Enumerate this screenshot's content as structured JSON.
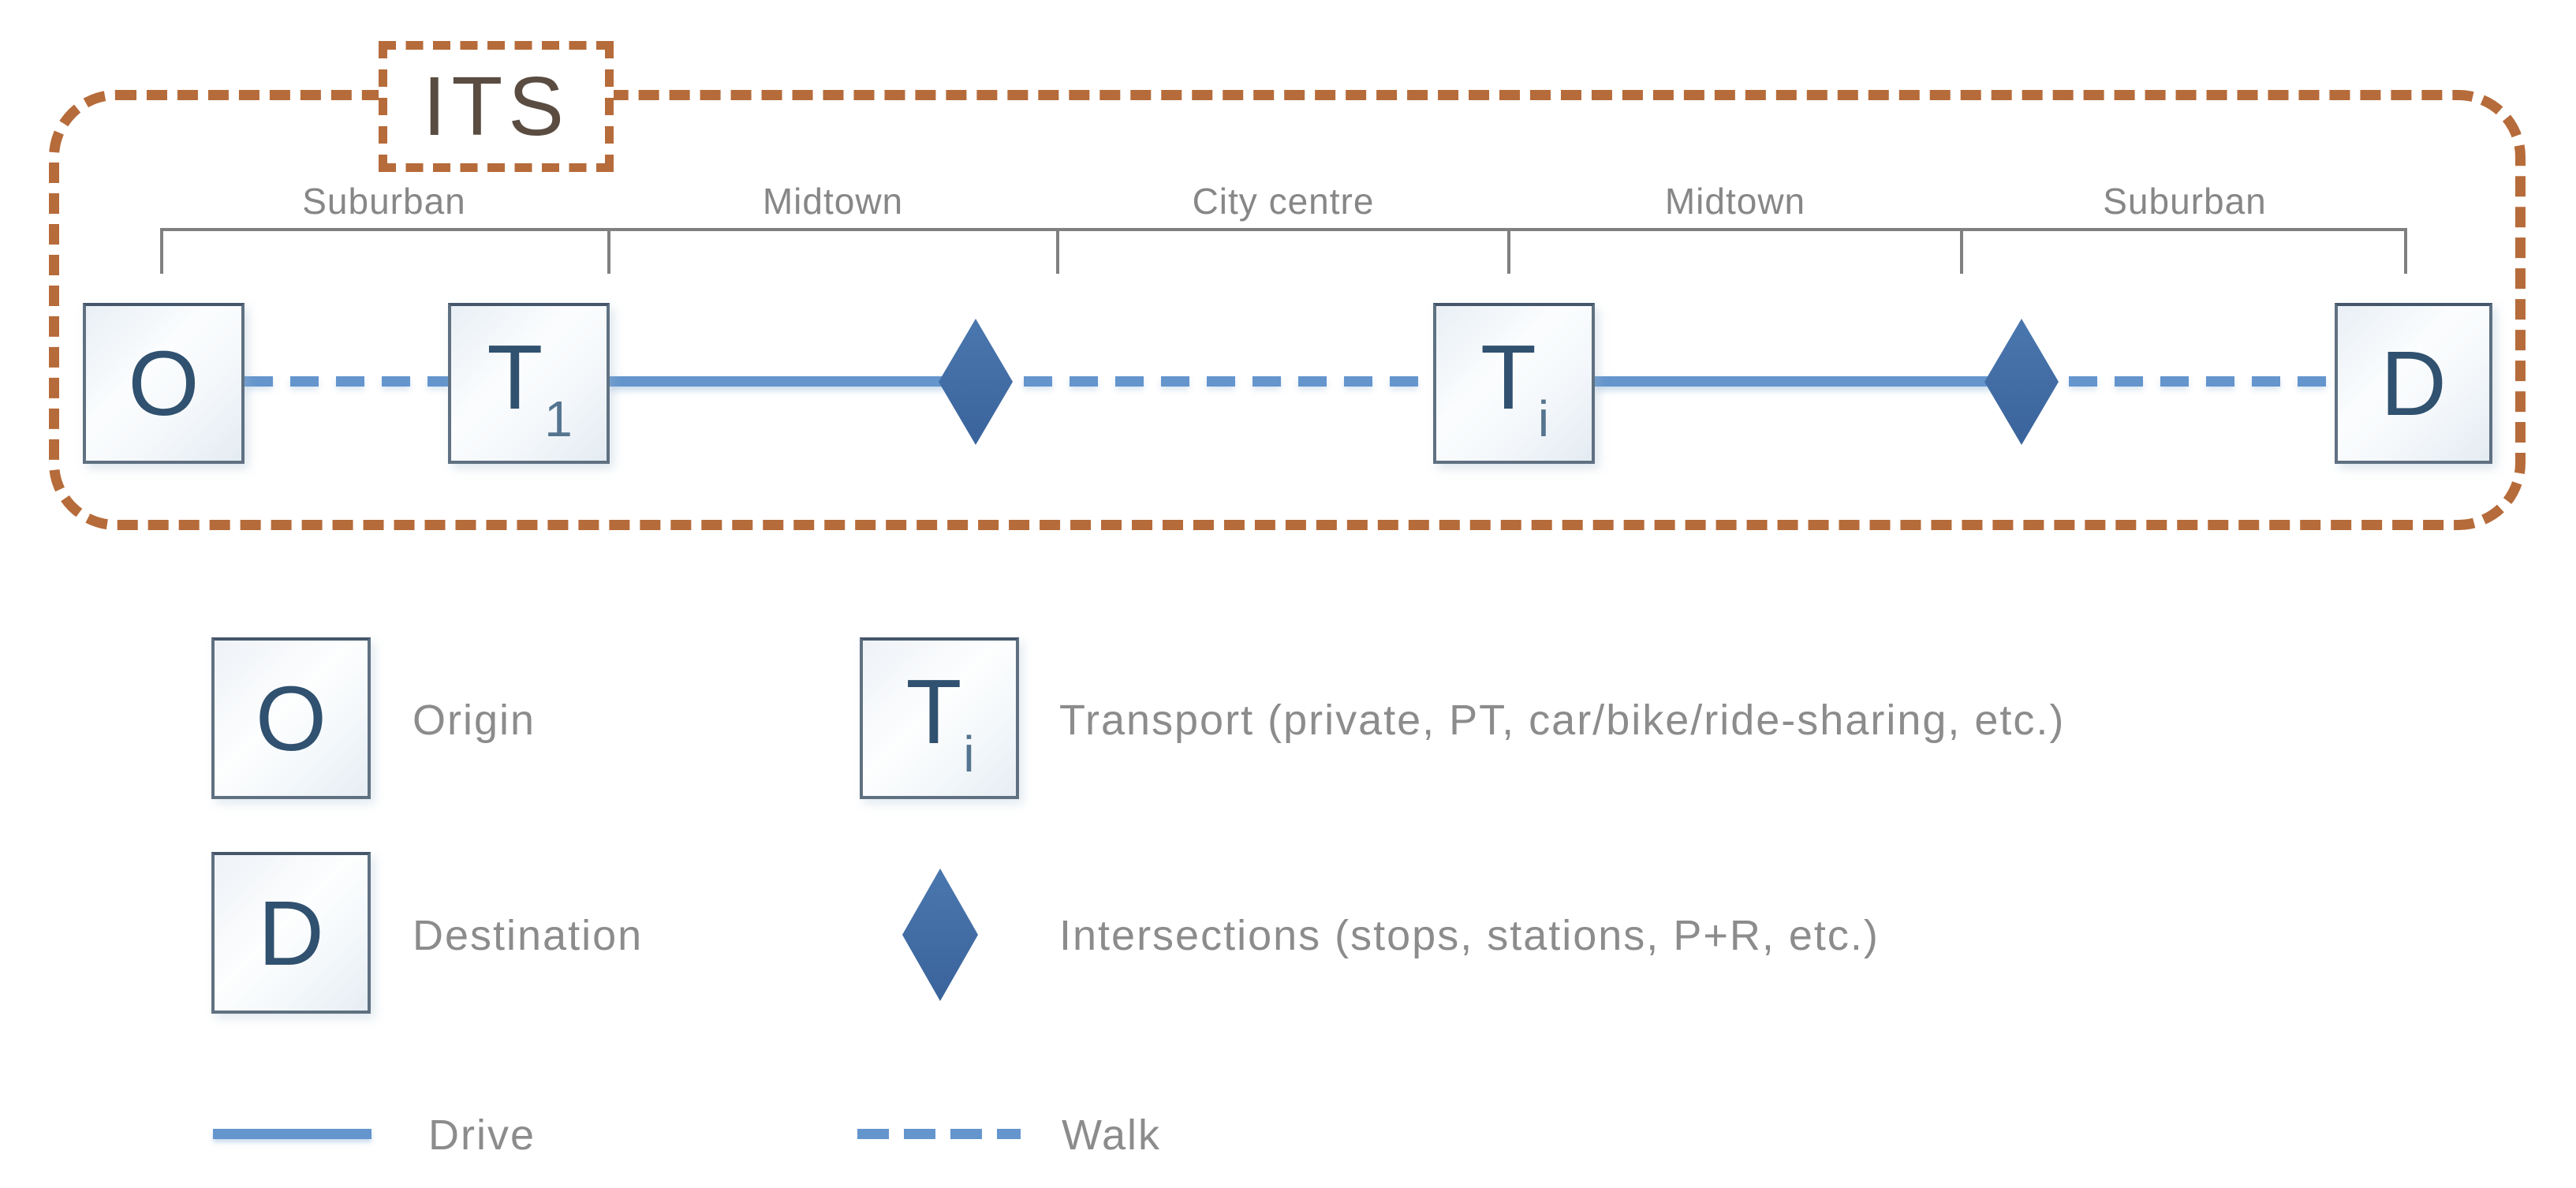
{
  "its": {
    "label": "ITS"
  },
  "zones": {
    "labels": [
      "Suburban",
      "Midtown",
      "City centre",
      "Midtown",
      "Suburban"
    ]
  },
  "nodes": {
    "origin": {
      "letter": "O"
    },
    "t1": {
      "base": "T",
      "sub": "1"
    },
    "ti": {
      "base": "T",
      "sub": "i"
    },
    "destination": {
      "letter": "D"
    }
  },
  "legend": {
    "origin": {
      "symbol": "O",
      "label": "Origin"
    },
    "transport": {
      "symbol_base": "T",
      "symbol_sub": "i",
      "label": "Transport (private, PT, car/bike/ride-sharing, etc.)"
    },
    "destination": {
      "symbol": "D",
      "label": "Destination"
    },
    "intersections": {
      "symbol_icon": "diamond-icon",
      "label": "Intersections (stops, stations, P+R, etc.)"
    },
    "drive": {
      "symbol_icon": "solid-line-icon",
      "label": "Drive"
    },
    "walk": {
      "symbol_icon": "dashed-line-icon",
      "label": "Walk"
    }
  },
  "colors": {
    "its_frame_orange": "#b66b3a",
    "route_line_blue": "#6495cd",
    "intersection_diamond_blue": "#3f6ba6",
    "node_letter_blue": "#30516f",
    "label_gray": "#8c8c8c",
    "bracket_gray": "#808080",
    "its_text": "#5a4c41"
  }
}
